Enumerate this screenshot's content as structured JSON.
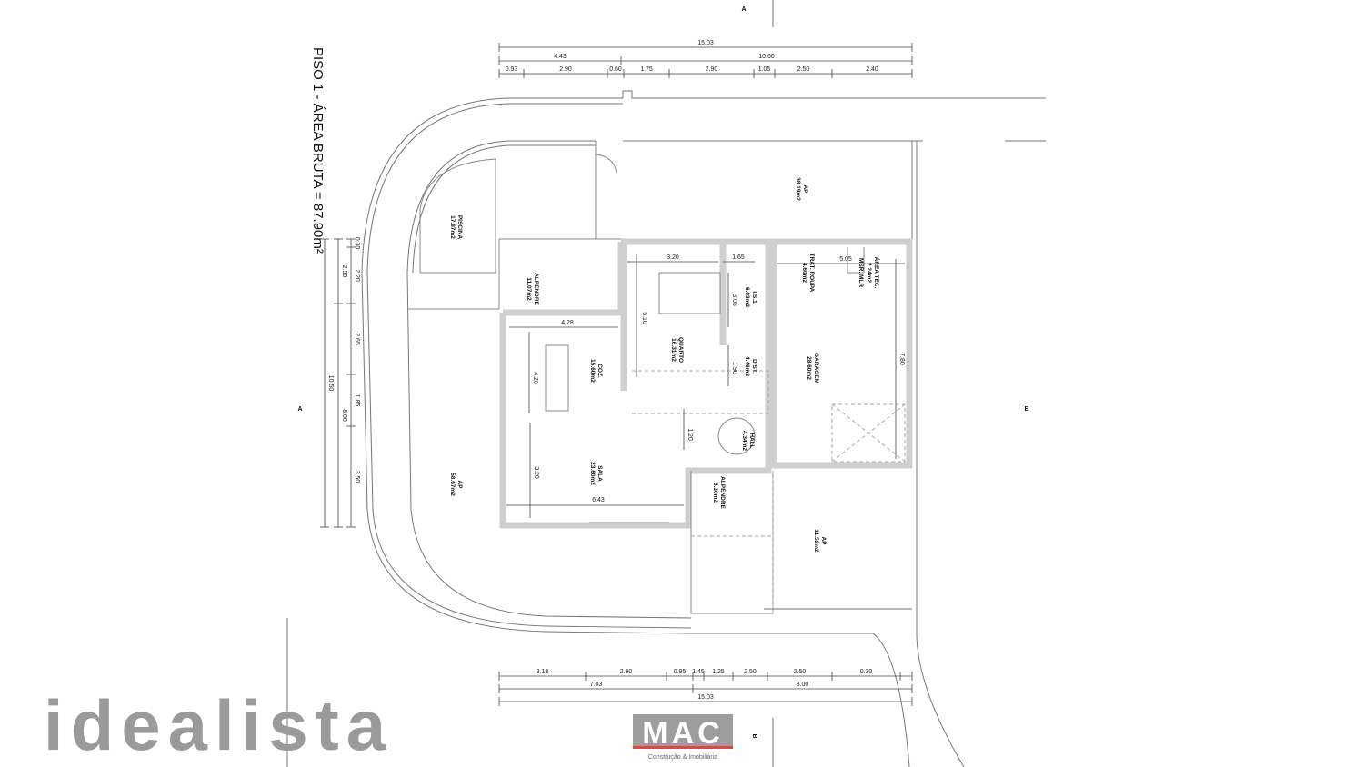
{
  "plan": {
    "title": "PISO 1 - ÁREA BRUTA = 87.90m²",
    "section_markers": [
      "A",
      "A",
      "B",
      "B"
    ],
    "rooms": [
      {
        "name": "PISCINA",
        "area": "17.87m2"
      },
      {
        "name": "ALPENDRE",
        "area": "11.07m2"
      },
      {
        "name": "AP",
        "area": "38.19m2"
      },
      {
        "name": "QUARTO",
        "area": "16.31m2"
      },
      {
        "name": "I.S.1",
        "area": "6.03m2"
      },
      {
        "name": "TRAT. ROUPA",
        "area": "4.60m2"
      },
      {
        "name": "MSR. MLR",
        "area": ""
      },
      {
        "name": "ÁREA TEC.",
        "area": "2.24m2"
      },
      {
        "name": "COZ.",
        "area": "15.60m2"
      },
      {
        "name": "DIST.",
        "area": "4.46m2"
      },
      {
        "name": "GARAGEM",
        "area": "28.60m2"
      },
      {
        "name": "HALL",
        "area": "4.34m2"
      },
      {
        "name": "SALA",
        "area": "23.60m2"
      },
      {
        "name": "AP",
        "area": "58.67m2"
      },
      {
        "name": "ALPENDRE",
        "area": "6.30m2"
      },
      {
        "name": "AP",
        "area": "11.52m2"
      }
    ],
    "dimensions": {
      "top_total": [
        "15.03"
      ],
      "top_mid": [
        "4.43",
        "10.60"
      ],
      "top_detail": [
        "0.93",
        "2.90",
        "0.60",
        "1.75",
        "2.90",
        "1.05",
        "2.50",
        "2.40"
      ],
      "bottom_detail": [
        "3.18",
        "2.90",
        "0.95",
        "1.45",
        "1.25",
        "2.50",
        "2.50",
        "0.30"
      ],
      "bottom_mid": [
        "7.03",
        "8.00"
      ],
      "bottom_total": [
        "15.03"
      ],
      "left_detail": [
        "0.30",
        "2.20",
        "2.65",
        "1.85",
        "3.50"
      ],
      "left_mid": [
        "2.50",
        "8.00"
      ],
      "left_total": [
        "10.50"
      ],
      "interior": [
        "3.20",
        "1.65",
        "5.05",
        "3.05",
        "5.10",
        "4.28",
        "4.20",
        "1.90",
        "7.80",
        "1.20",
        "3.20",
        "6.43"
      ]
    }
  },
  "watermark": {
    "text": "idealista",
    "color": "#9a9a9a"
  },
  "logo": {
    "text": "MAC",
    "subtitle": "Construção & Imobiliária",
    "box_color": "#8c8c8c",
    "accent_color": "#e0473f"
  }
}
